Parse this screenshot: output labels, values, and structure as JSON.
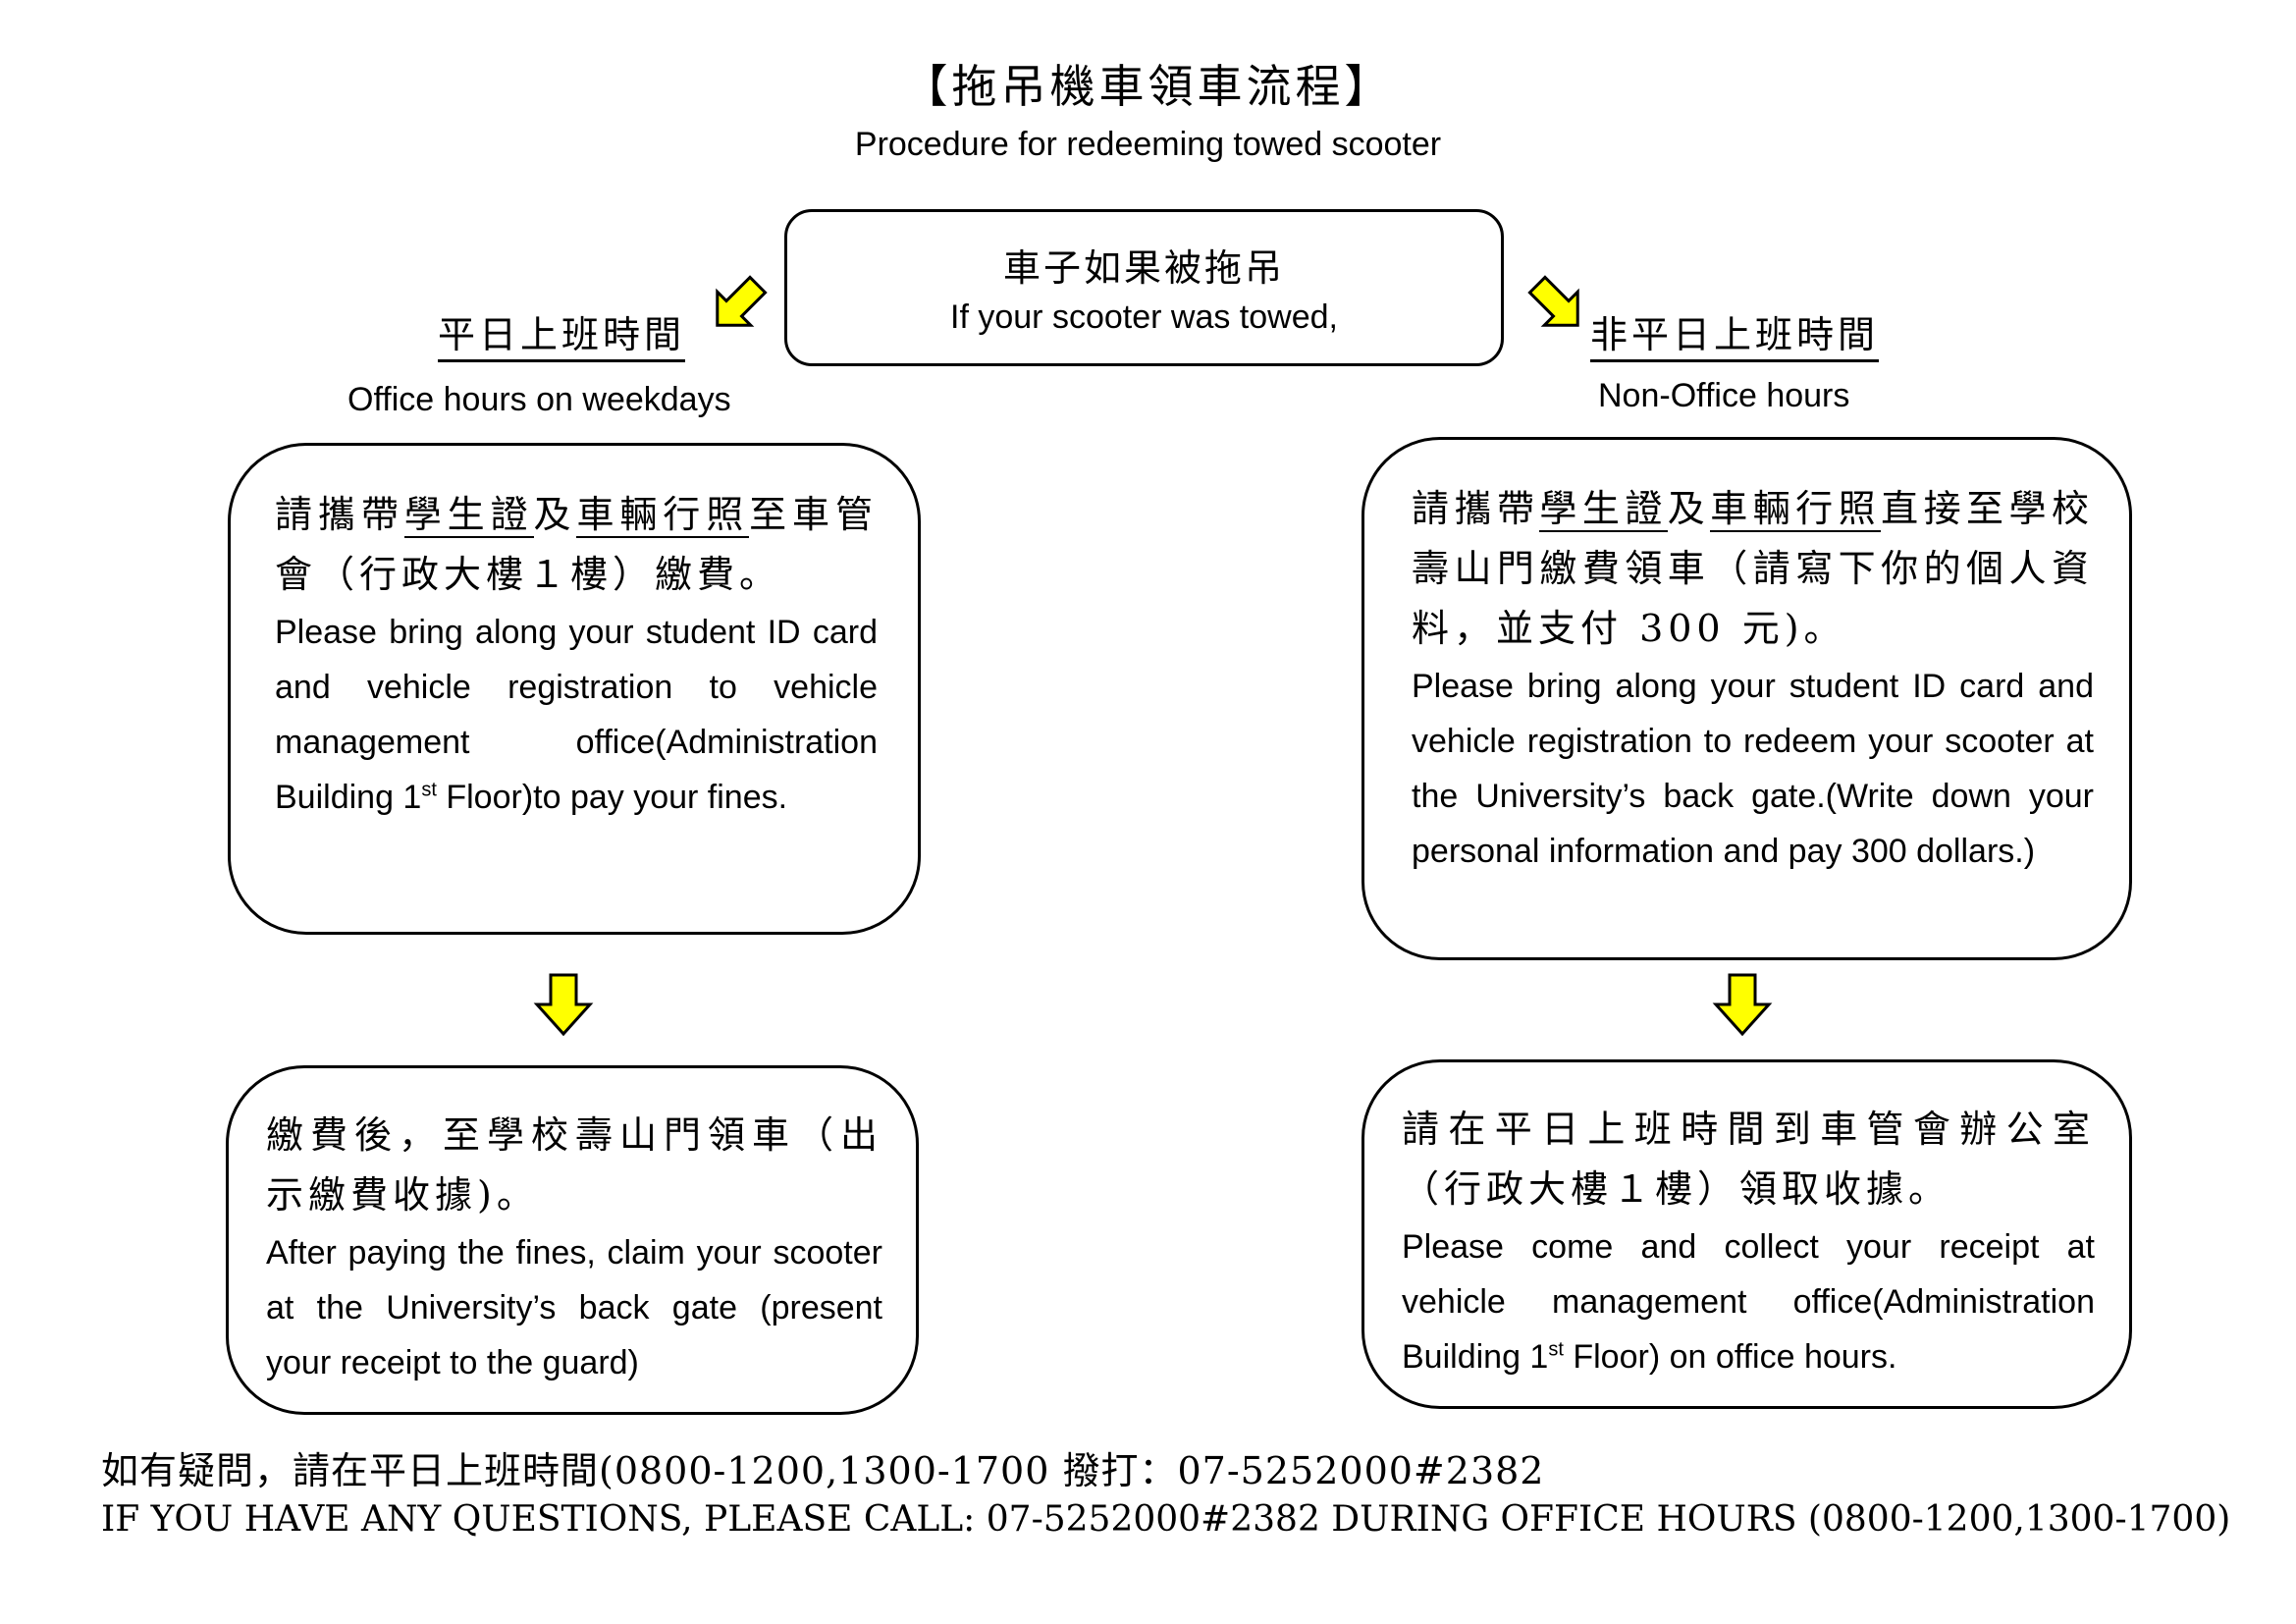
{
  "title": "【拖吊機車領車流程】",
  "subtitle": "Procedure for redeeming towed scooter",
  "start": {
    "zh": "車子如果被拖吊",
    "en": "If your scooter was towed,"
  },
  "branches": {
    "left": {
      "label_zh": "平日上班時間",
      "label_en": "Office hours on weekdays",
      "step1": {
        "zh_pre": "請攜帶",
        "zh_u1": "學生證",
        "zh_mid": "及",
        "zh_u2": "車輛行照",
        "zh_post": "至車管會（行政大樓１樓）繳費。",
        "en_pre": "Please bring along your student ID card and vehicle registration to vehicle management office(Administration Building 1",
        "en_sup": "st",
        "en_post": " Floor)to pay your fines."
      },
      "step2": {
        "zh": "繳費後，至學校壽山門領車（出示繳費收據)。",
        "en": "After paying the fines, claim your scooter at the University’s back gate (present your receipt to the guard)"
      }
    },
    "right": {
      "label_zh": "非平日上班時間",
      "label_en": "Non-Office hours",
      "step1": {
        "zh_pre": "請攜帶",
        "zh_u1": "學生證",
        "zh_mid": "及",
        "zh_u2": "車輛行照",
        "zh_post": "直接至學校壽山門繳費領車（請寫下你的個人資料，並支付 300 元)。",
        "en": "Please bring along your student ID card and vehicle registration to redeem your scooter at the University’s back gate.(Write down your personal information and pay 300 dollars.)"
      },
      "step2": {
        "zh": "請在平日上班時間到車管會辦公室（行政大樓１樓）領取收據。",
        "en_pre": "Please come and collect your receipt at vehicle management office(Administration Building 1",
        "en_sup": "st",
        "en_post": " Floor) on office hours."
      }
    }
  },
  "footer": {
    "zh": "如有疑問，請在平日上班時間(0800-1200,1300-1700 撥打：07-5252000#2382",
    "en": "IF YOU HAVE ANY QUESTIONS, PLEASE CALL: 07-5252000#2382 DURING OFFICE HOURS (0800-1200,1300-1700)"
  },
  "colors": {
    "arrow_fill": "#ffff00",
    "arrow_stroke": "#000000",
    "border": "#000000"
  },
  "icons": {
    "arrow_left": "down-left-arrow-icon",
    "arrow_right": "down-right-arrow-icon",
    "arrow_down": "down-arrow-icon"
  }
}
